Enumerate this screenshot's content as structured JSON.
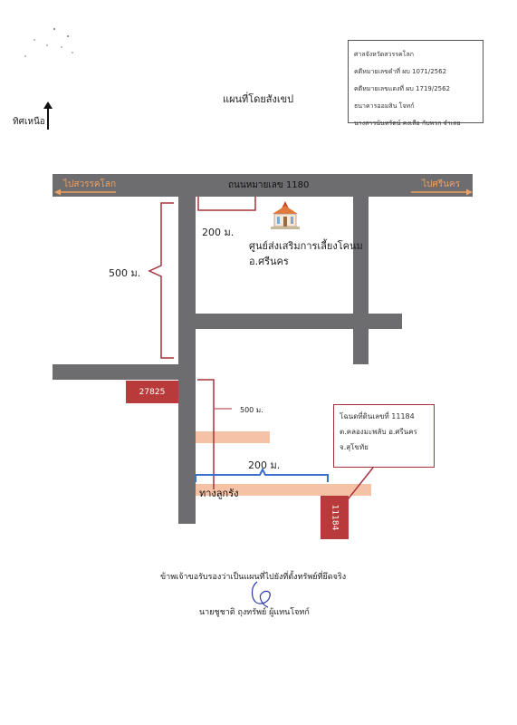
{
  "header_info": {
    "line1": "ศาลจังหวัดสวรรคโลก",
    "line2": "คดีหมายเลขดำที่  ผบ 1071/2562",
    "line3": "คดีหมายเลขแดงที่ ผบ 1719/2562",
    "line4": "ธนาคารออมสิน    โจทก์",
    "line5": "นางสาวนันทรัตน์ คงเสือ กับพวก  จำเลย"
  },
  "title": "แผนที่โดยสังเขป",
  "north_label": "ทิศเหนือ",
  "roads": {
    "main_road_label": "ถนนหมายเลข 1180",
    "left_direction": "ไปสวรรคโลก",
    "right_direction": "ไปศรีนคร",
    "alley_label": "ทางลูกรัง"
  },
  "distances": {
    "d1": "200 ม.",
    "d2": "500 ม.",
    "d3": "500 ม.",
    "d4": "200 ม."
  },
  "landmark": {
    "line1": "ศูนย์ส่งเสริมการเลี้ยงโคนม",
    "line2": "อ.ศรีนคร"
  },
  "badges": {
    "road_no": "27825",
    "deed_no": "11184"
  },
  "deed_box": {
    "line1": "โฉนดที่ดินเลขที่  11184",
    "line2": "ต.คลองมะพลับ อ.ศรีนคร",
    "line3": "จ.สุโขทัย"
  },
  "certification": {
    "statement": "ข้าพเจ้าขอรับรองว่าเป็นแผนที่ไปยังที่ตั้งทรัพย์ที่ยึดจริง",
    "signer": "นายชูชาติ ถุงทรัพย์ ผู้แทนโจทก์"
  },
  "colors": {
    "road": "#6d6d6f",
    "orange": "#f0a060",
    "badge": "#b83a3a",
    "bracket": "#a8323c",
    "blue_bracket": "#3a6fd0",
    "plot": "#f6c2a6"
  }
}
